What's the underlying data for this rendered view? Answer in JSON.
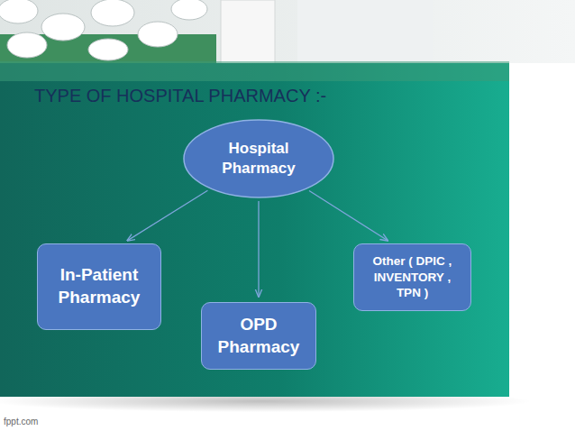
{
  "diagram": {
    "title": "TYPE OF HOSPITAL PHARMACY :-",
    "nodes": [
      {
        "text": [
          "Hospital Pharmacy"
        ]
      },
      {
        "text": [
          "In-Patient Pharmacy"
        ]
      },
      {
        "text": [
          "OPD Pharmacy"
        ]
      },
      {
        "text": [
          "Other ( DPIC , INVENTORY , TPN )"
        ]
      }
    ],
    "edges": [
      {
        "from": 0,
        "to": 1,
        "arrow": "to"
      },
      {
        "from": 0,
        "to": 2,
        "arrow": "to"
      },
      {
        "from": 0,
        "to": 3,
        "arrow": "to"
      }
    ],
    "labels": [
      "fppt.com"
    ]
  }
}
